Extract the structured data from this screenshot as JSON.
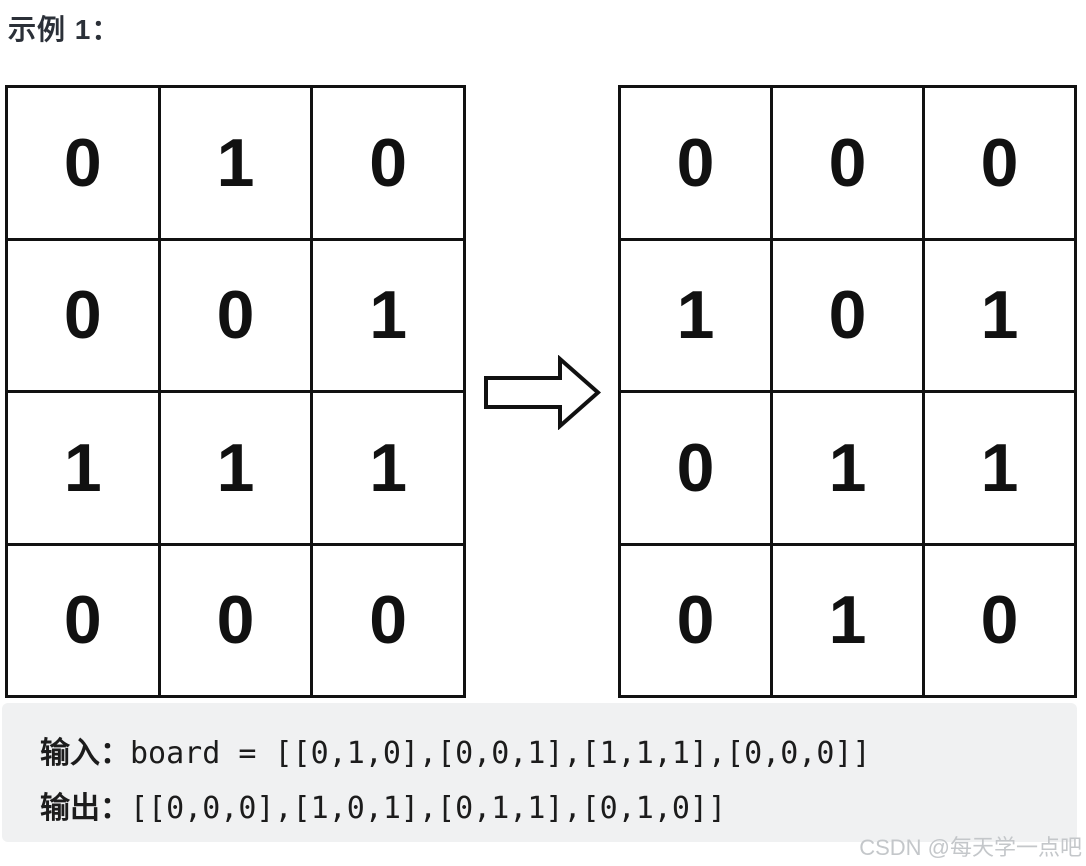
{
  "title": "示例 1：",
  "grids": {
    "input": [
      [
        0,
        1,
        0
      ],
      [
        0,
        0,
        1
      ],
      [
        1,
        1,
        1
      ],
      [
        0,
        0,
        0
      ]
    ],
    "output": [
      [
        0,
        0,
        0
      ],
      [
        1,
        0,
        1
      ],
      [
        0,
        1,
        1
      ],
      [
        0,
        1,
        0
      ]
    ]
  },
  "code_block": {
    "lines": [
      {
        "label": "输入：",
        "code": "board = [[0,1,0],[0,0,1],[1,1,1],[0,0,0]]"
      },
      {
        "label": "输出：",
        "code": "[[0,0,0],[1,0,1],[0,1,1],[0,1,0]]"
      }
    ]
  },
  "watermark": "CSDN @每天学一点吧",
  "icons": {
    "arrow": "right-arrow-icon"
  },
  "colors": {
    "page_bg": "#ffffff",
    "grid_border": "#111111",
    "cell_text": "#111111",
    "title_text": "#2b3038",
    "code_bg": "#f0f1f2",
    "code_text": "#1c1c1c",
    "watermark_text": "#c4c7ca"
  }
}
